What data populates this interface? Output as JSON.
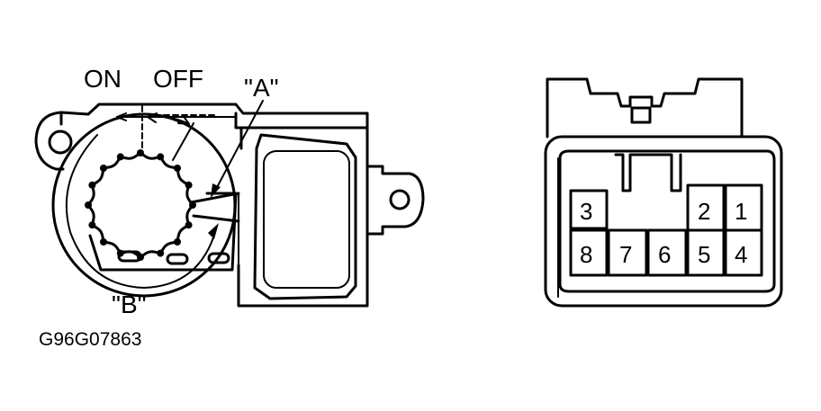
{
  "labels": {
    "on": "ON",
    "off": "OFF",
    "point_a": "\"A\"",
    "point_b": "\"B\"",
    "figure_code": "G96G07863"
  },
  "connector": {
    "pins_top": [
      "3",
      "2",
      "1"
    ],
    "pins_bottom": [
      "8",
      "7",
      "6",
      "5",
      "4"
    ]
  },
  "colors": {
    "ink": "#000000",
    "paper": "#ffffff"
  }
}
